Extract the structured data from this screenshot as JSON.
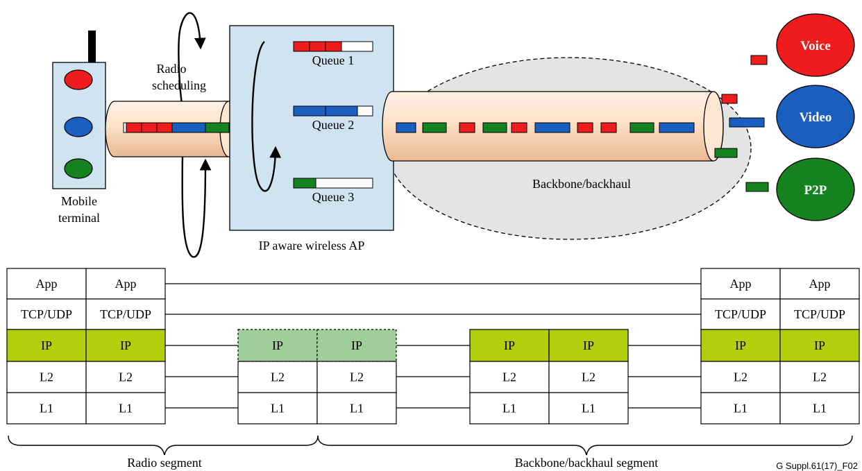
{
  "colors": {
    "red": "#ee1c1c",
    "blue": "#1a5fbf",
    "green": "#15821f",
    "ip_fill": "#b3cf0c",
    "ip_fill_ap": "#9fce9a",
    "ap_box": "#cfe3f1",
    "pipe": "#fde3cc",
    "cloud": "#e4e4e4"
  },
  "top": {
    "mobile_terminal_label": [
      "Mobile",
      "terminal"
    ],
    "radio_scheduling_label": [
      "Radio",
      "scheduling"
    ],
    "ap_label": "IP aware wireless AP",
    "queues": [
      {
        "label": "Queue 1",
        "color": "red",
        "filled": 3
      },
      {
        "label": "Queue 2",
        "color": "blue",
        "filled": 2
      },
      {
        "label": "Queue 3",
        "color": "green",
        "filled": 1
      }
    ],
    "backbone_label": "Backbone/backhaul",
    "services": [
      {
        "label": "Voice",
        "color": "red"
      },
      {
        "label": "Video",
        "color": "blue"
      },
      {
        "label": "P2P",
        "color": "green"
      }
    ]
  },
  "stack": {
    "full_layers": [
      "App",
      "TCP/UDP",
      "IP",
      "L2",
      "L1"
    ],
    "short_layers": [
      "IP",
      "L2",
      "L1"
    ]
  },
  "segments": {
    "radio": "Radio segment",
    "backbone": "Backbone/backhaul segment"
  },
  "figure_id": "G Suppl.61(17)_F02"
}
